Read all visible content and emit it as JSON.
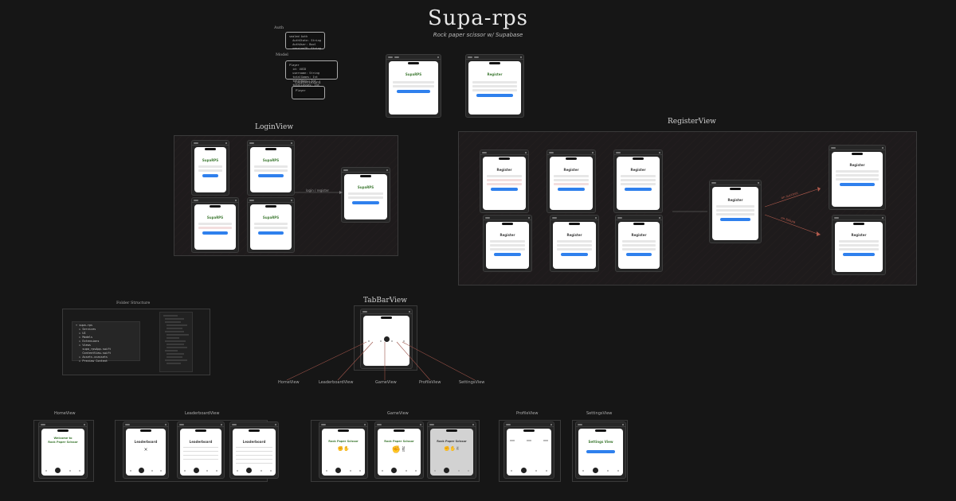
{
  "diagram": {
    "title": "Supa-rps",
    "subtitle": "Rock paper scissor w/ Supabase",
    "notes": {
      "auth_label": "Auth",
      "auth_body": "sealed Auth\n  AuthState: String\n  AuthUser: Bool\n  sessionID: String",
      "model_label": "Model",
      "model_body": "Player\n  id: UUID\n  username: String\n  totalGames: Int\n  totalWins: Int\n  totalLosses: Int",
      "leaderboard_label": "Leaderboard",
      "leaderboard_body": "Player"
    },
    "sections": {
      "login": "LoginView",
      "register": "RegisterView",
      "folder": "Folder Structure",
      "tabbar": "TabBarView",
      "home": "HomeView",
      "leaderboard": "LeaderboardView",
      "game": "GameView",
      "profile": "ProfileView",
      "settings": "SettingsView"
    },
    "tab_targets": [
      "HomeView",
      "LeaderboardView",
      "GameView",
      "ProfileView",
      "SettingsView"
    ],
    "screens": {
      "login_title": "SupaRPS",
      "register_title": "Register",
      "leaderboard_title": "Leaderboard",
      "home_title": "Welcome to\nRock Paper Scissor",
      "game_title": "Rock Paper Scissor",
      "settings_title": "Settings View"
    },
    "folder_tree": "▾ supa-rps\n  ▸ Services\n  ▸ UI\n  ▸ Models\n  ▸ Extensions\n  ▸ Views\n    supa_rpsApp.swift\n    ContentView.swift\n  ▸ Assets.xcassets\n  ▸ Preview Content",
    "arrow_labels": {
      "login_flow": "login / register",
      "register_success": "on success",
      "register_error": "on failure"
    }
  }
}
